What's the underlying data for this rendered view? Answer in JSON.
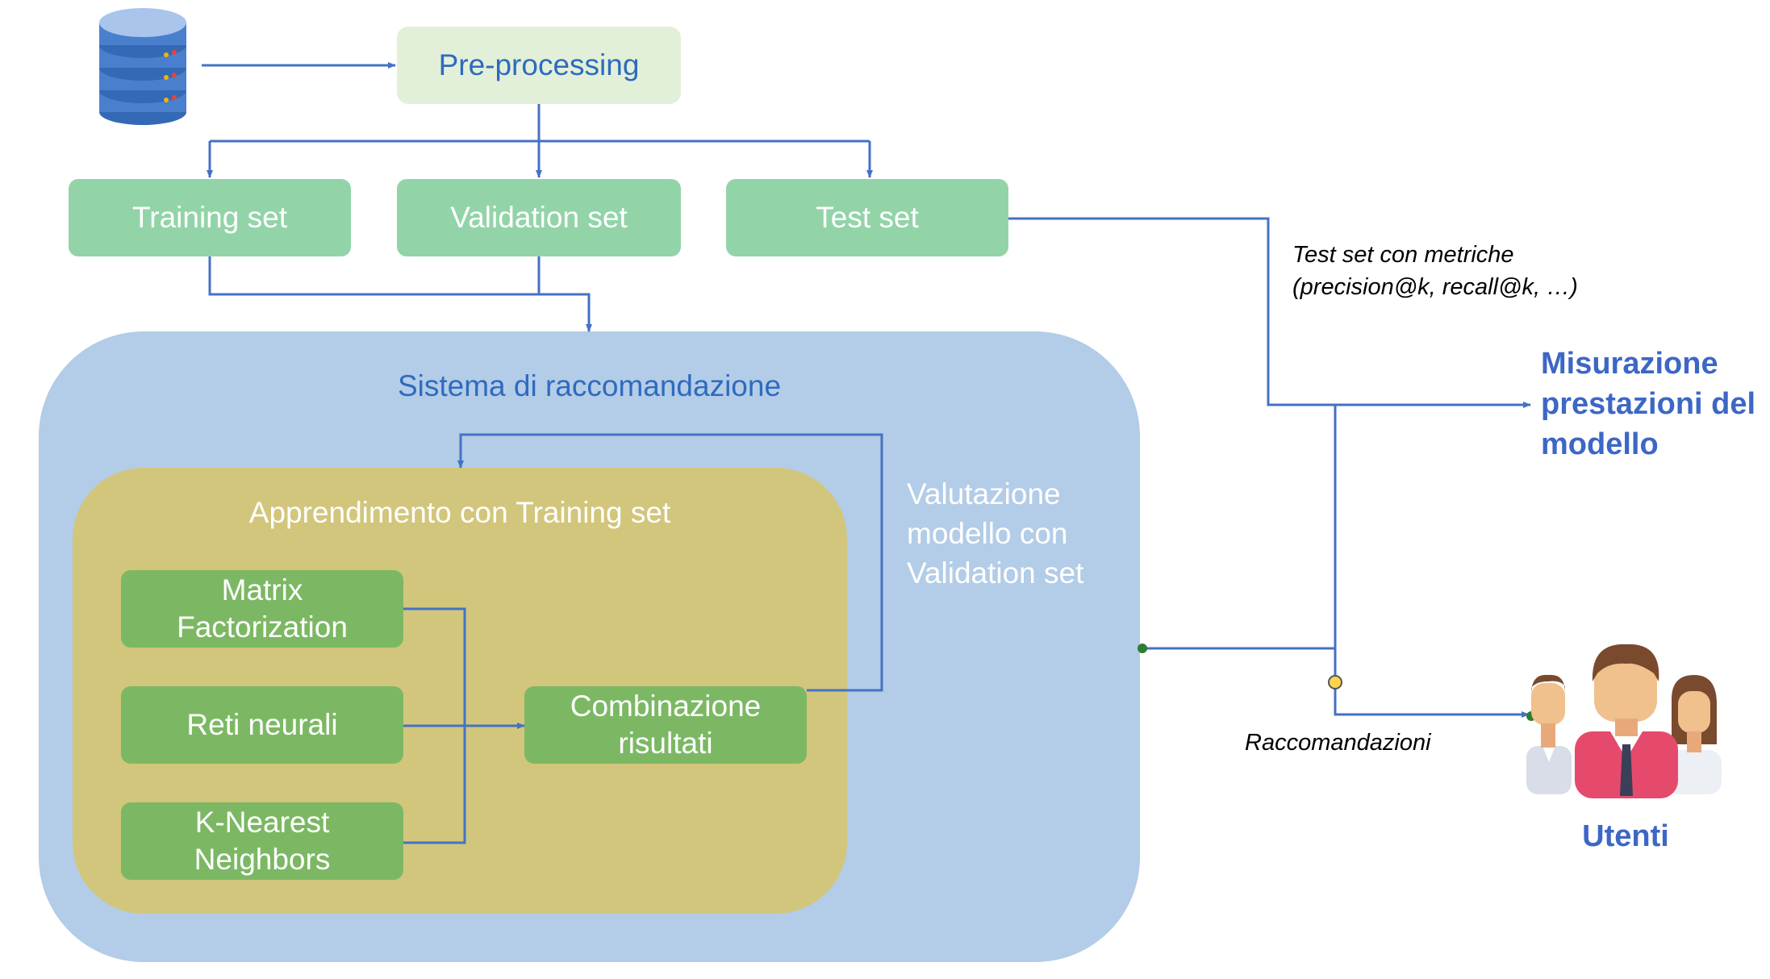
{
  "preprocessing": {
    "label": "Pre-processing"
  },
  "splits": {
    "training": "Training set",
    "validation": "Validation set",
    "test": "Test set"
  },
  "system": {
    "title": "Sistema di raccomandazione",
    "learning_title": "Apprendimento con Training set",
    "algorithms": {
      "mf": "Matrix\nFactorization",
      "nn": "Reti neurali",
      "knn": "K-Nearest\nNeighbors"
    },
    "combination": "Combinazione\nrisultati",
    "validation_label": "Valutazione\nmodello con\nValidation set"
  },
  "test_metrics_note": "Test set con metriche\n(precision@k, recall@k, …)",
  "performance_label": "Misurazione\nprestazioni del\nmodello",
  "recommendations_label": "Raccomandazioni",
  "users_label": "Utenti",
  "icons": [
    "database-icon",
    "users-icon"
  ],
  "colors": {
    "connector": "#4472c4",
    "preprocessing_fill": "#e2f0d9",
    "split_fill": "#92d4a8",
    "algorithm_fill": "#7cb864",
    "system_fill": "#b3cce7",
    "learning_fill": "#d2c67c"
  }
}
